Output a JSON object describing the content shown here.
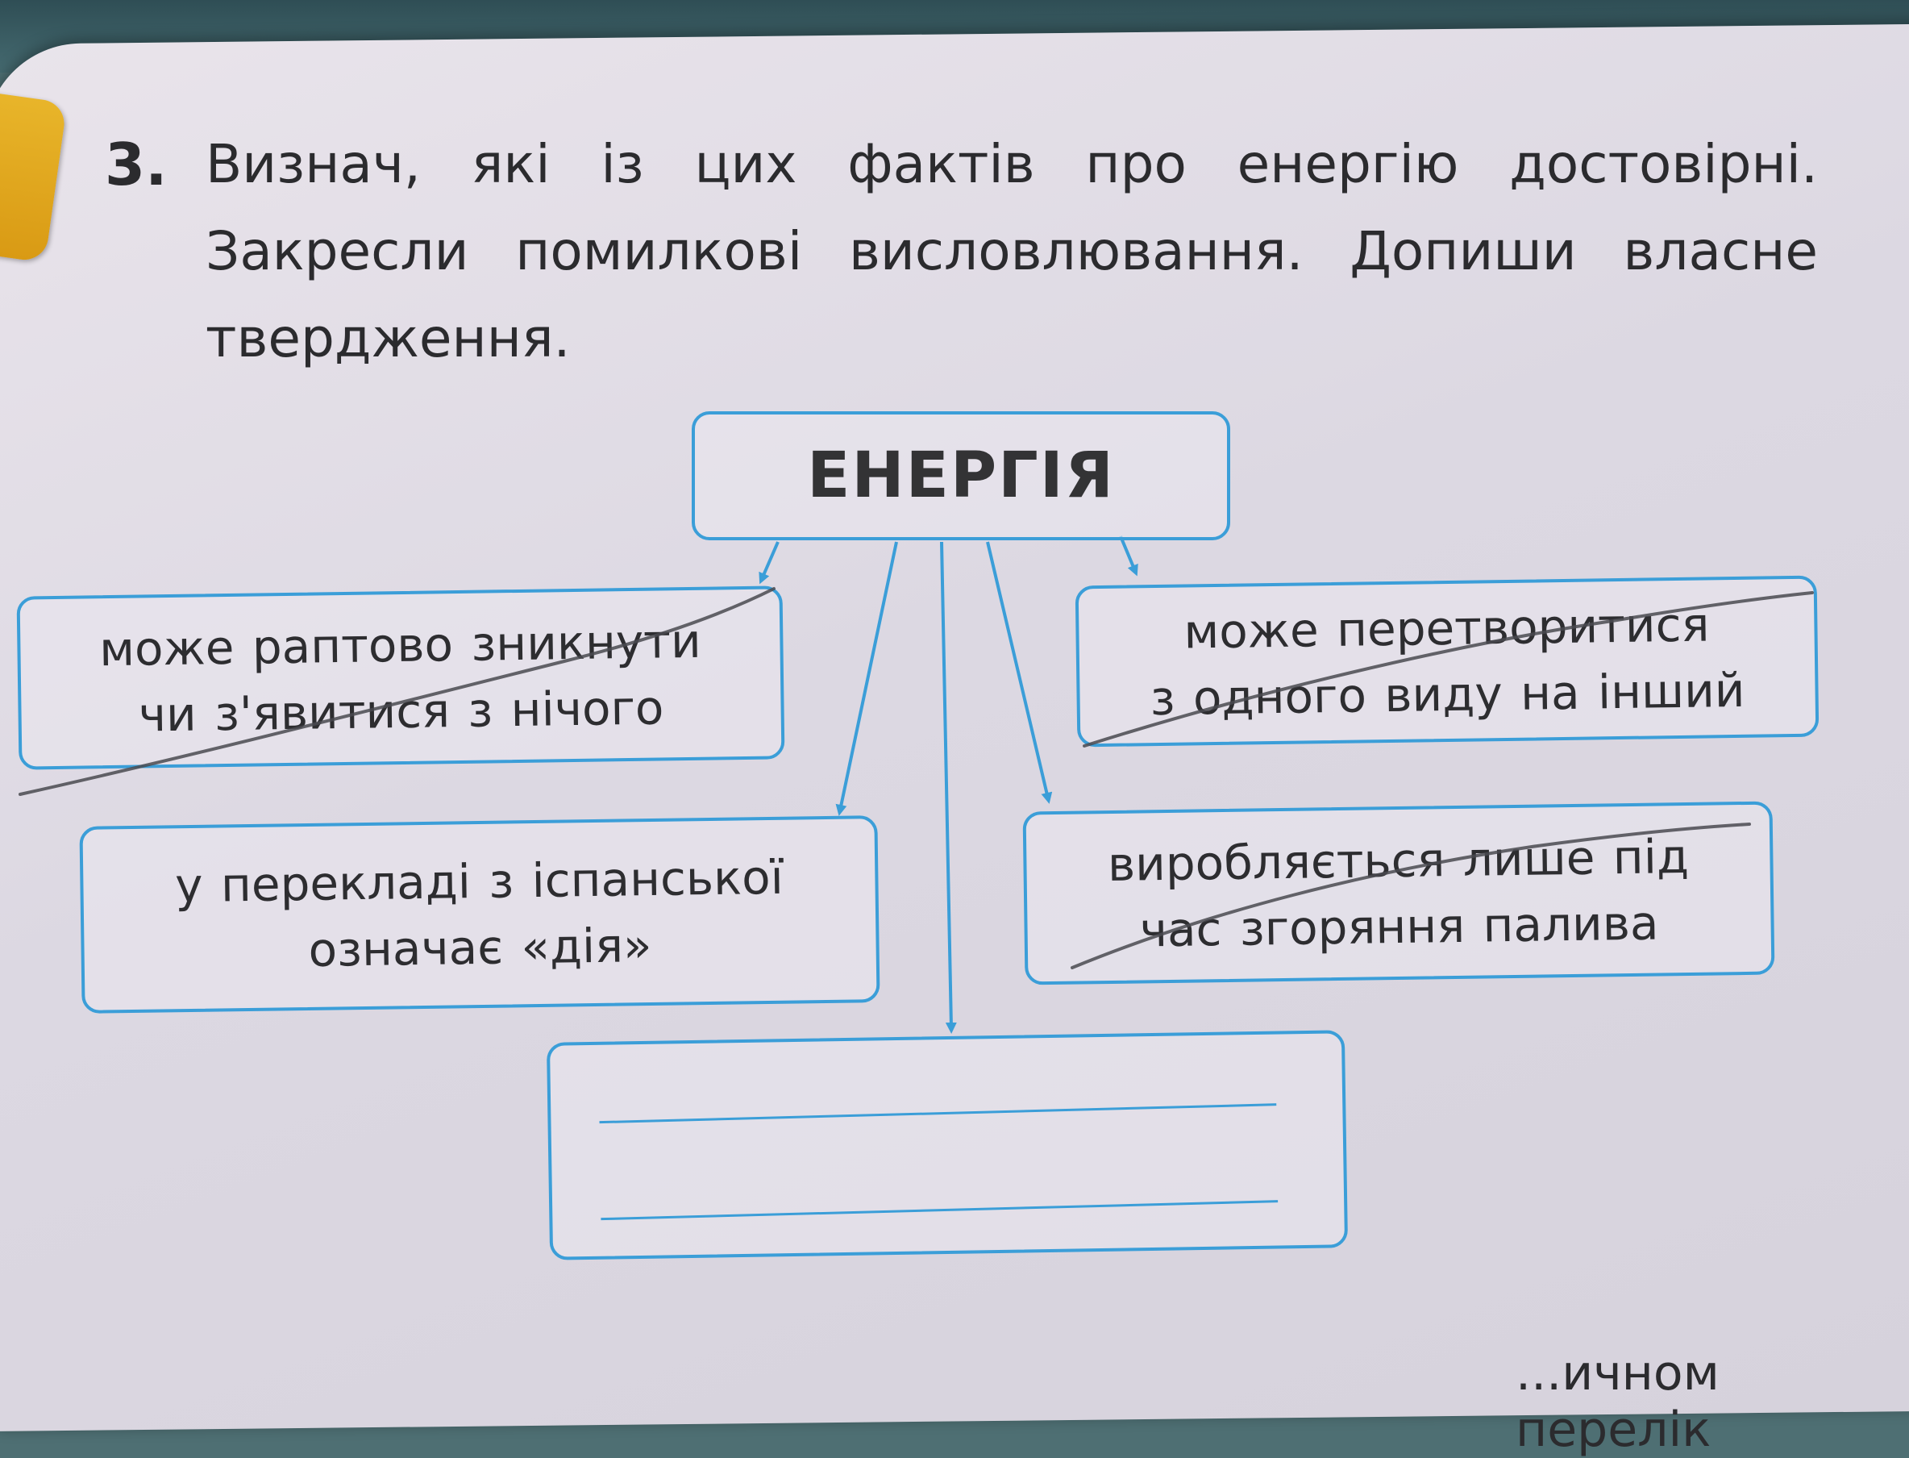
{
  "task": {
    "number": "3.",
    "text": "Визнач, які із цих фактів про енергію достовірні. Закресли помилкові висловлювання. Допиши власне твердження."
  },
  "diagram": {
    "center": "ЕНЕРГІЯ",
    "boxes": {
      "top_left": [
        "може раптово зникнути",
        "чи з'явитися з нічого"
      ],
      "top_right": [
        "може перетворитися",
        "з одного виду на інший"
      ],
      "bottom_left": [
        "у перекладі з іспанської",
        "означає «дія»"
      ],
      "bottom_right": [
        "виробляється лише під",
        "час згоряння палива"
      ]
    }
  },
  "footer": {
    "text": "...ичном перелік"
  },
  "colors": {
    "box_border": "#3b9ed8",
    "text": "#2d2d30",
    "pencil": "#4a4a50",
    "tab": "#e0a820"
  }
}
